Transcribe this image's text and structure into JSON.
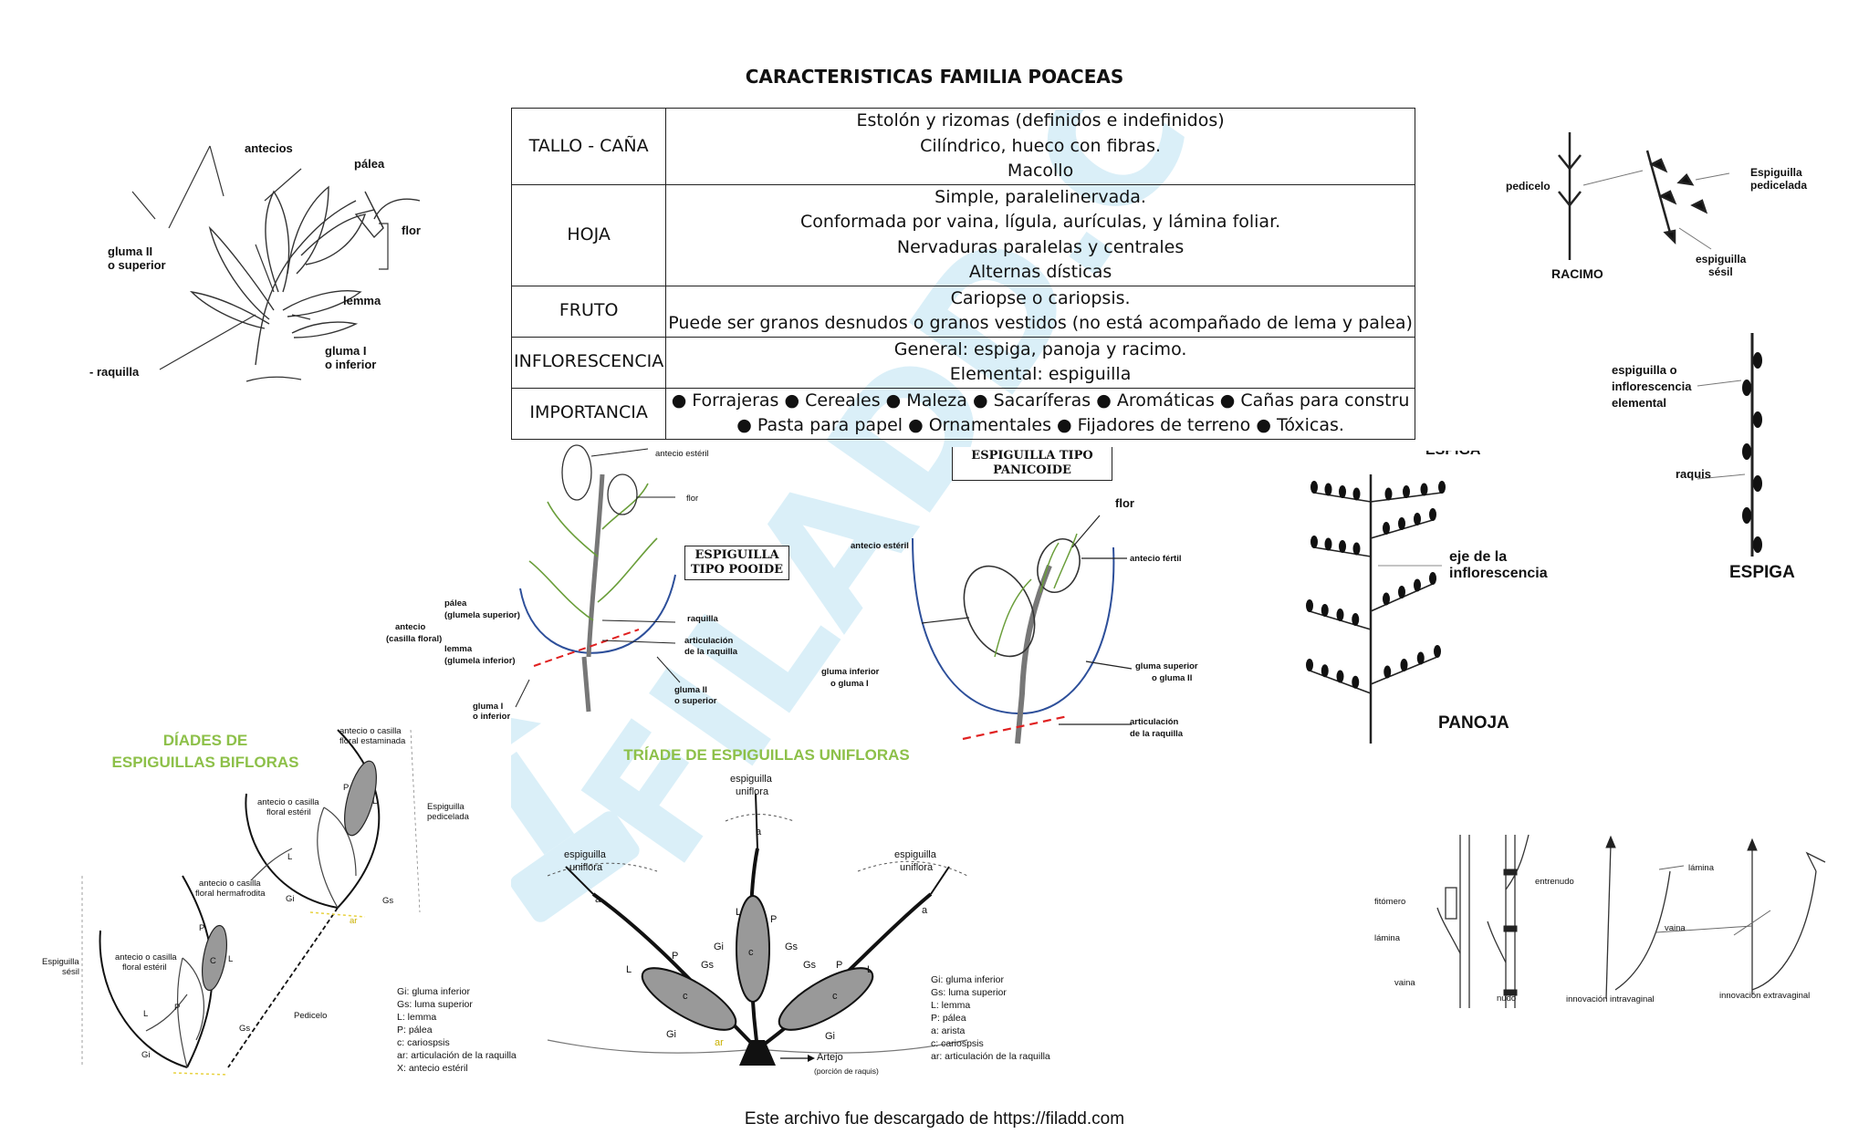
{
  "title": "CARACTERISTICAS FAMILIA POACEAS",
  "table": [
    {
      "key": "TALLO - CAÑA",
      "lines": [
        "Estolón y rizomas (definidos e indefinidos)",
        "Cilíndrico, hueco con fibras.",
        "Macollo"
      ]
    },
    {
      "key": "HOJA",
      "lines": [
        "Simple, paralelinervada.",
        "Conformada por vaina, lígula, aurículas, y lámina foliar.",
        "Nervaduras paralelas y centrales",
        "Alternas dísticas"
      ]
    },
    {
      "key": "FRUTO",
      "lines": [
        "Cariopse o cariopsis.",
        "Puede ser granos desnudos o granos vestidos (no está acompañado de lema y palea)"
      ]
    },
    {
      "key": "INFLORESCENCIA",
      "lines": [
        "General: espiga, panoja y racimo.",
        "Elemental: espiguilla"
      ]
    },
    {
      "key": "IMPORTANCIA",
      "lines": [
        "● Forrajeras ● Cereales ● Maleza ● Sacaríferas ● Aromáticas ● Cañas para constru",
        "● Pasta para papel ● Ornamentales ● Fijadores de terreno ● Tóxicas."
      ]
    }
  ],
  "flower": {
    "antecios": "antecios",
    "palea": "pálea",
    "flor": "flor",
    "gluma_sup_1": "gluma II",
    "gluma_sup_2": "o superior",
    "lemma": "lemma",
    "gluma_inf_1": "gluma I",
    "gluma_inf_2": "o inferior",
    "raquilla": "- raquilla"
  },
  "racimo": {
    "pedicelo": "pedicelo",
    "esp_ped_1": "Espiguilla",
    "esp_ped_2": "pedicelada",
    "esp_sesil_1": "espiguilla",
    "esp_sesil_2": "sésil",
    "name": "RACIMO"
  },
  "espiga": {
    "l1": "espiguilla o",
    "l2": "inflorescencia",
    "l3": "elemental",
    "raquis": "raquis",
    "name": "ESPIGA"
  },
  "panoja": {
    "partial": "ESPIGA",
    "eje1": "eje de la",
    "eje2": "inflorescencia",
    "name": "PANOJA"
  },
  "pooide": {
    "box1": "ESPIGUILLA",
    "box2": "TIPO POOIDE",
    "antecio_esteril": "antecio estéril",
    "flor": "flor",
    "palea1": "pálea",
    "palea2": "(glumela superior)",
    "antecio1": "antecio",
    "antecio2": "(casilla floral)",
    "lemma1": "lemma",
    "lemma2": "(glumela inferior)",
    "raquilla": "raquilla",
    "artic1": "articulación",
    "artic2": "de la raquilla",
    "gluma1_1": "gluma I",
    "gluma1_2": "o inferior",
    "gluma2_1": "gluma II",
    "gluma2_2": "o superior"
  },
  "panicoide": {
    "box1": "ESPIGUILLA TIPO",
    "box2": "PANICOIDE",
    "flor": "flor",
    "antecio_esteril": "antecio estéril",
    "antecio_fertil": "antecio fértil",
    "gi1": "gluma inferior",
    "gi2": "o gluma I",
    "gs1": "gluma superior",
    "gs2": "o gluma II",
    "artic1": "articulación",
    "artic2": "de la raquilla"
  },
  "diades": {
    "title1": "DÍADES DE",
    "title2": "ESPIGUILLAS BIFLORAS",
    "est1": "antecio o casilla",
    "est2": "floral estaminada",
    "ester1": "antecio o casilla",
    "ester2": "floral estéril",
    "ped1": "Espiguilla",
    "ped2": "pedicelada",
    "herm1": "antecio o casilla",
    "herm2": "floral hermafrodita",
    "ester3": "antecio o casilla",
    "ester4": "floral estéril",
    "ses1": "Espiguilla",
    "ses2": "sésil",
    "pedicelo": "Pedicelo",
    "P": "P",
    "L": "L",
    "C": "C",
    "Gs": "Gs",
    "Gi": "Gi",
    "ar": "ar",
    "legend": "Gi: gluma inferior\nGs: luma superior\nL: lemma\nP: pálea\nc: cariospsis\nar: articulación de la raquilla\nX: antecio estéril"
  },
  "triade": {
    "title": "TRÍADE DE ESPIGUILLAS UNIFLORAS",
    "esp1": "espiguilla",
    "esp2": "uniflora",
    "a": "a",
    "L": "L",
    "P": "P",
    "c": "c",
    "Gi": "Gi",
    "Gs": "Gs",
    "ar": "ar",
    "artejo": "Artejo",
    "porcion": "(porción de raquis)",
    "legend": "Gi: gluma inferior\nGs: luma superior\nL: lemma\nP: pálea\na: arista\nc: cariospsis\nar: articulación de la raquilla"
  },
  "stem": {
    "fitomero": "fitómero",
    "lamina": "lámina",
    "vaina": "vaina",
    "nudo": "nudo",
    "entrenudo": "entrenudo",
    "lamina2": "lámina",
    "vaina2": "vaina",
    "intra": "innovación intravaginal",
    "extra": "innovación extravaginal"
  },
  "watermark": "FILADD.COM",
  "footer": "Este archivo fue descargado de https://filadd.com",
  "colors": {
    "green": "#8dc049",
    "blue_line": "#2d4f9a",
    "red_dash": "#e02020",
    "watermark": "#8fd0ea"
  }
}
